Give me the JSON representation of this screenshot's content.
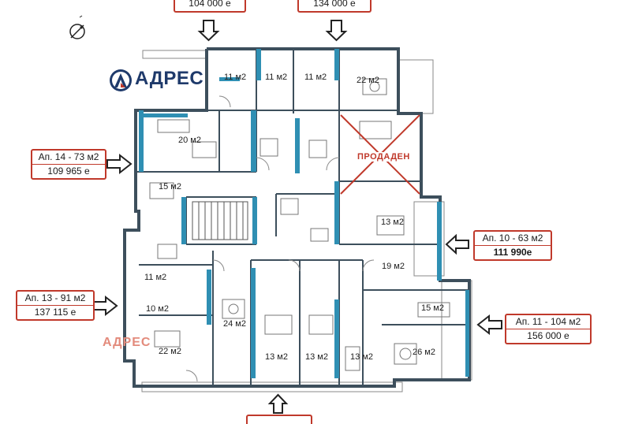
{
  "brand": {
    "name": "АДРЕС",
    "watermark": "АДРЕС",
    "color": "#1f3a6b"
  },
  "top_prices": {
    "left": "104 000 е",
    "right": "134 000 е"
  },
  "callouts": {
    "ap14": {
      "label": "Ап. 14 - 73 м2",
      "price": "109 965 е"
    },
    "ap13": {
      "label": "Ап. 13 - 91 м2",
      "price": "137 115 е"
    },
    "ap10": {
      "label": "Ап. 10 - 63 м2",
      "price": "111 990е"
    },
    "ap11": {
      "label": "Ап. 11 - 104 м2",
      "price": "156 000 е"
    }
  },
  "sold_label": "ПРОДАДЕН",
  "rooms": {
    "r1": "11 м2",
    "r2": "11 м2",
    "r3": "11 м2",
    "r4": "22 м2",
    "r5": "20 м2",
    "r6": "15 м2",
    "r7": "13 м2",
    "r8": "19 м2",
    "r9": "11 м2",
    "r10": "10 м2",
    "r11": "22 м2",
    "r12": "24 м2",
    "r13": "13 м2",
    "r14": "13 м2",
    "r15": "13 м2",
    "r16": "15 м2",
    "r17": "26 м2"
  },
  "colors": {
    "callout_border": "#c0392b",
    "wall": "#3d4f5c",
    "accent_wall": "#2f8fb3"
  }
}
